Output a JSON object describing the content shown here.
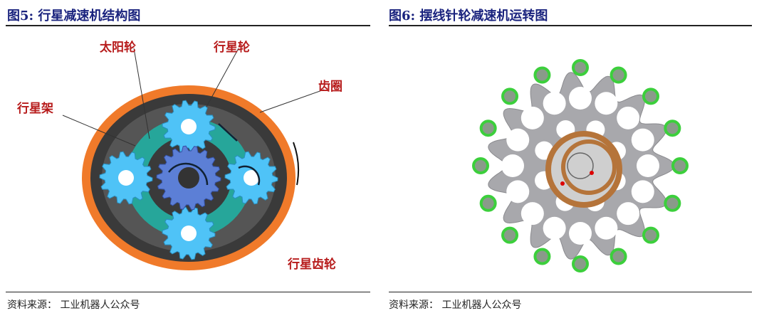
{
  "figure5": {
    "title": "图5:  行星减速机结构图",
    "labels": {
      "sun": "太阳轮",
      "planet": "行星轮",
      "ring": "齿圈",
      "carrier": "行星架",
      "planet_gear": "行星齿轮"
    },
    "source": "资料来源：  工业机器人公众号"
  },
  "figure6": {
    "title": "图6:  摆线针轮减速机运转图",
    "source": "资料来源：  工业机器人公众号"
  },
  "colors": {
    "title": "#1a237e",
    "label": "#b71c1c",
    "ring": "#f07a2a",
    "gear": "#4fc3f7",
    "carrier": "#26a69a",
    "sun": "#5c7fd6",
    "disk": "#a8a8ac",
    "pin": "#3ccf3c",
    "spiral": "#b5743a"
  }
}
